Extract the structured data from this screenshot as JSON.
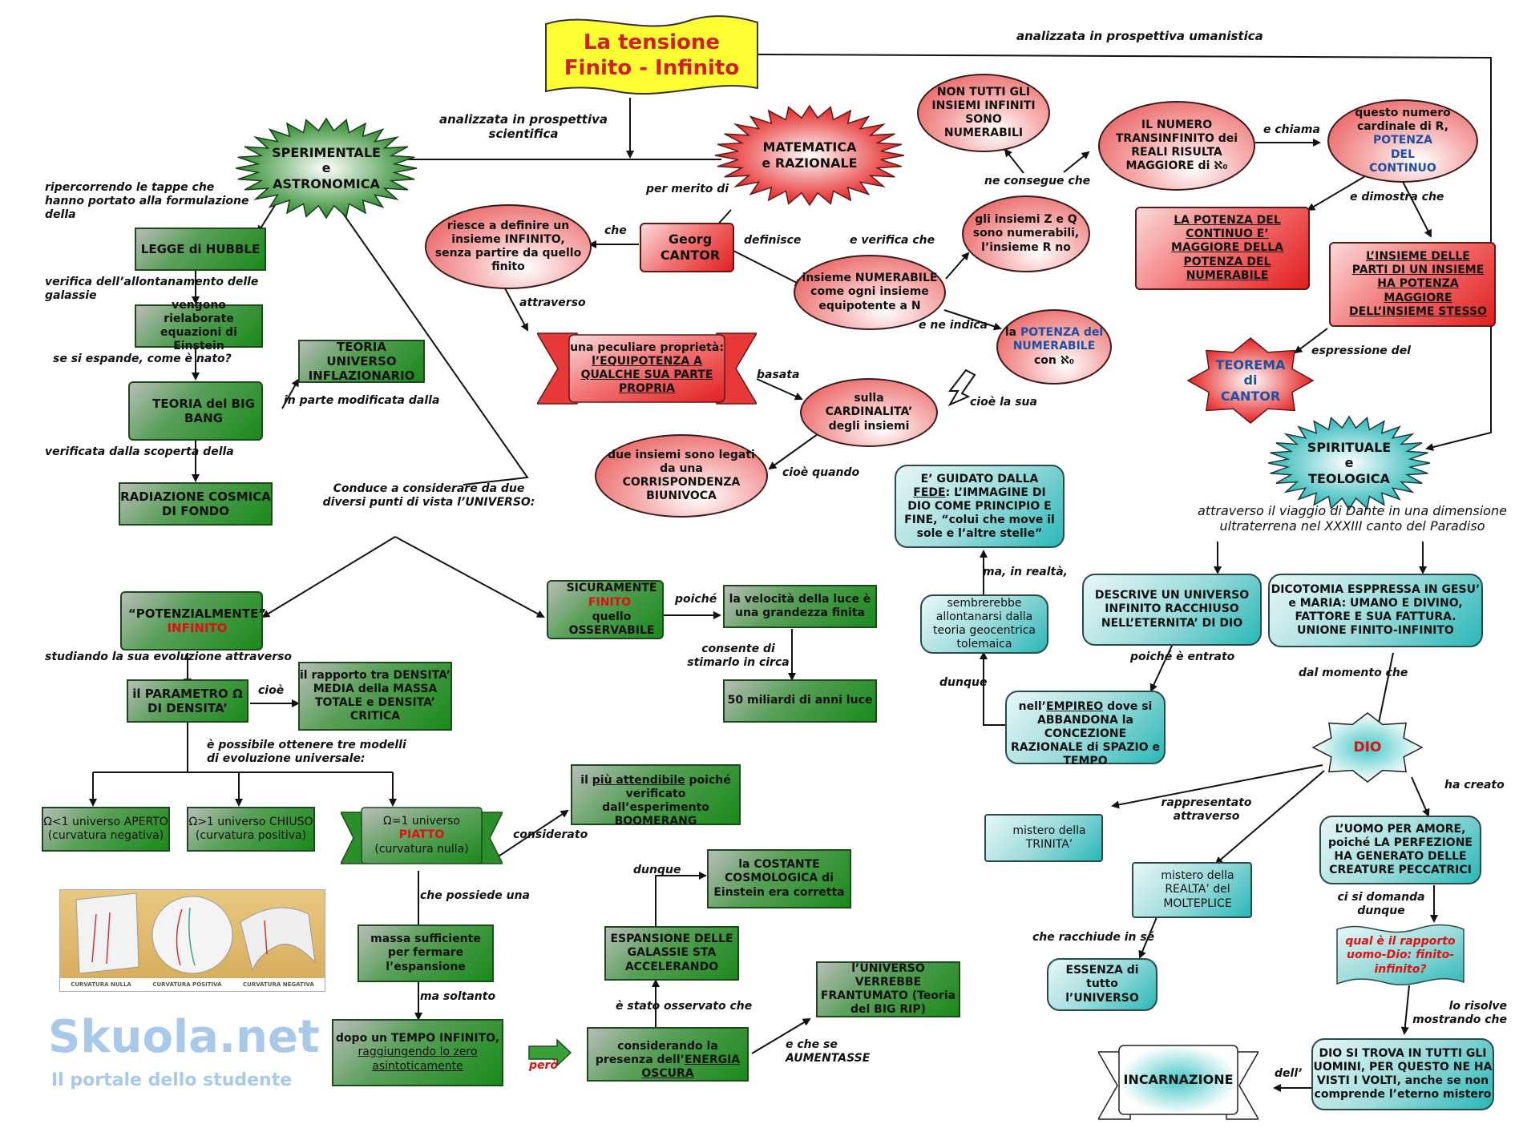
{
  "title": {
    "line1": "La tensione",
    "line2": "Finito - Infinito"
  },
  "watermark": {
    "brand": "Skuola.net",
    "tagline": "Il portale dello studente"
  },
  "colors": {
    "green": "#1a8a1a",
    "red": "#e21f1f",
    "teal": "#2ab7b7",
    "yellow": "#ffff33",
    "title_text": "#d21e1e",
    "accent_red": "#e01010",
    "accent_blue": "#1f4fa0"
  },
  "links": {
    "scientifica": "analizzata in prospettiva scientifica",
    "umanistica": "analizzata in prospettiva umanistica",
    "ripercorrendo": "ripercorrendo le tappe che hanno portato alla formulazione della",
    "verifica_allontanamento": "verifica dell’allontanamento  delle galassie",
    "se_si_espande": "se si espande, come è nato?",
    "in_parte_modificata": "in parte modificata dalla",
    "verificata_dalla": "verificata dalla scoperta della",
    "conduce": "Conduce a considerare da due diversi punti di vista l’UNIVERSO:",
    "studiando": "studiando la sua evoluzione attraverso",
    "cioe": "cioè",
    "tre_modelli": "è possibile ottenere tre modelli di evoluzione universale:",
    "che_possiede": "che possiede una",
    "ma_soltanto": "ma soltanto",
    "considerato": "considerato",
    "pero": "però",
    "e_stato_osservato": "è stato osservato che",
    "dunque_costante": "dunque",
    "e_che_se": "e che se AUMENTASSE",
    "poiche": "poiché",
    "consente": "consente di stimarlo in circa",
    "per_merito": "per merito di",
    "che_cantor": "che",
    "definisce": "definisce",
    "attraverso": "attraverso",
    "basata": "basata",
    "cioe_quando": "cioè quando",
    "e_verifica": "e verifica che",
    "ne_consegue": "ne consegue che",
    "e_ne_indica": "e ne indica",
    "cioe_la_sua": "cioè la sua",
    "e_chiama": "e chiama",
    "e_dimostra": "e dimostra che",
    "espressione": "espressione del",
    "dante": "attraverso il viaggio di Dante in una dimensione ultraterrena nel XXXIII canto del Paradiso",
    "ma_in_realta": "ma, in realtà,",
    "poiche_entrato": "poiché è entrato",
    "dunque_emp": "dunque",
    "dal_momento": "dal momento che",
    "rappresentato": "rappresentato attraverso",
    "ha_creato": "ha creato",
    "che_racchiude": "che racchiude in sé",
    "ci_si_domanda": "ci si domanda dunque",
    "lo_risolve": "lo risolve mostrando che",
    "dell": "dell’"
  },
  "nodes": {
    "sperimentale": "SPERIMENTALE e ASTRONOMICA",
    "matematica": "MATEMATICA e RAZIONALE",
    "spirituale": "SPIRITUALE e TEOLOGICA",
    "hubble": "LEGGE di HUBBLE",
    "einstein_eq": "vengono rielaborate equazioni di Einstein",
    "inflazionario": "TEORIA UNIVERSO INFLAZIONARIO",
    "big_bang": "TEORIA del BIG BANG",
    "radiazione": "RADIAZIONE COSMICA DI FONDO",
    "potenzialmente": "“POTENZIALMENTE”",
    "potenzialmente_red": "INFINITO",
    "parametro": "il PARAMETRO Ω DI DENSITA’",
    "rapporto": "il rapporto tra DENSITA’ MEDIA della MASSA TOTALE e DENSITA’ CRITICA",
    "aperto": "Ω<1 universo APERTO (curvatura negativa)",
    "chiuso": "Ω>1 universo CHIUSO (curvatura positiva)",
    "piatto_a": "Ω=1 universo",
    "piatto_red": "PIATTO",
    "piatto_b": "(curvatura nulla)",
    "attendibile_a": "il",
    "attendibile_u": "più attendibile",
    "attendibile_b": "poiché verificato dall’esperimento BOOMERANG",
    "massa": "massa sufficiente per fermare l’espansione",
    "tempo_a": "dopo un TEMPO INFINITO,",
    "tempo_u": "raggiungendo lo zero asintoticamente",
    "sicuramente_a": "SICURAMENTE",
    "sicuramente_red": "FINITO",
    "sicuramente_b": "quello OSSERVABILE",
    "velocita": "la velocità della luce è una grandezza finita",
    "miliardi": "50 miliardi di anni luce",
    "costante": "la COSTANTE COSMOLOGICA di Einstein era corretta",
    "espansione": "ESPANSIONE DELLE GALASSIE STA ACCELERANDO",
    "energia_a": "considerando la presenza dell’",
    "energia_u1": "ENERGIA",
    "energia_u2": "OSCURA",
    "big_rip": "l’UNIVERSO VERREBBE FRANTUMATO (Teoria del BIG RIP)",
    "riesce": "riesce a definire un insieme INFINITO, senza partire da quello finito",
    "cantor": "Georg CANTOR",
    "peculiare_a": "una peculiare proprietà:",
    "peculiare_u": "l’EQUIPOTENZA A QUALCHE SUA PARTE PROPRIA",
    "numerabile": "insieme NUMERABILE come ogni insieme equipotente a N",
    "cardinalita": "sulla CARDINALITA’ degli insiemi",
    "biunivoca": "due insiemi sono legati da una CORRISPONDENZA BIUNIVOCA",
    "non_tutti": "NON TUTTI GLI INSIEMI INFINITI SONO NUMERABILI",
    "zq": "gli insiemi Z e Q sono numerabili, l’insieme R no",
    "potenza_num_a": "la",
    "potenza_num_blue": "POTENZA del NUMERABILE",
    "potenza_num_b": "con ℵ₀",
    "transinfinito": "IL NUMERO TRANSINFINITO dei REALI RISULTA MAGGIORE di ℵ₀",
    "cardinale_a": "questo numero cardinale di R,",
    "cardinale_blue": "POTENZA DEL CONTINUO",
    "continuo_maggiore": "LA POTENZA DEL CONTINUO E’ MAGGIORE DELLA POTENZA DEL NUMERABILE",
    "insieme_parti": "L’INSIEME DELLE PARTI DI UN INSIEME HA POTENZA MAGGIORE DELL’INSIEME STESSO",
    "teorema": "TEOREMA di CANTOR",
    "fede_a": "E’ GUIDATO DALLA",
    "fede_u": "FEDE",
    "fede_b": ": L’IMMAGINE DI DIO COME PRINCIPIO E FINE, “colui che move il sole e l’altre stelle”",
    "sembrerebbe": "sembrerebbe allontanarsi dalla teoria geocentrica tolemaica",
    "empireo_a": "nell’",
    "empireo_u": "EMPIREO",
    "empireo_b": "dove si ABBANDONA la CONCEZIONE RAZIONALE di SPAZIO e TEMPO",
    "descrive": "DESCRIVE UN UNIVERSO INFINITO RACCHIUSO NELL’ETERNITA’ DI DIO",
    "dicotomia": "DICOTOMIA ESPPRESSA IN GESU’ e MARIA: UMANO E DIVINO, FATTORE E SUA FATTURA. UNIONE FINITO-INFINITO",
    "dio": "DIO",
    "trinita": "mistero della TRINITA’",
    "realta": "mistero della REALTA’ del MOLTEPLICE",
    "essenza": "ESSENZA di tutto l’UNIVERSO",
    "uomo": "L’UOMO PER AMORE, poiché LA PERFEZIONE HA GENERATO DELLE CREATURE PECCATRICI",
    "domanda": "qual è il rapporto uomo-Dio: finito-infinito?",
    "trova": "DIO SI TROVA IN TUTTI GLI UOMINI, PER QUESTO NE HA VISTI I VOLTI, anche se non comprende l’eterno mistero",
    "incarnazione": "INCARNAZIONE"
  },
  "curvature_image": {
    "captions": [
      "CURVATURA NULLA",
      "CURVATURA POSITIVA",
      "CURVATURA NEGATIVA"
    ]
  }
}
